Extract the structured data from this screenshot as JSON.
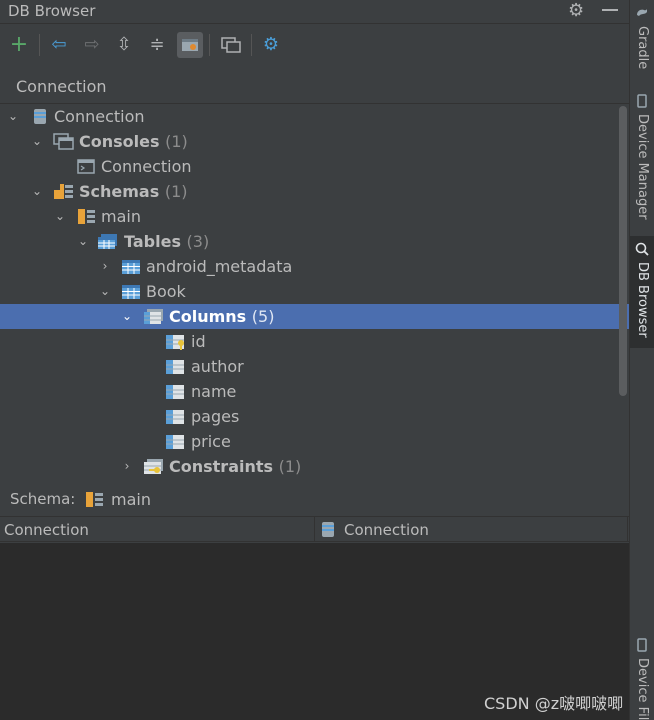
{
  "window": {
    "title": "DB Browser"
  },
  "toolbar": {
    "items": [
      {
        "name": "add-connection-icon",
        "glyph": "+"
      },
      {
        "name": "back-icon",
        "glyph": "⇦"
      },
      {
        "name": "forward-icon",
        "glyph": "⇨"
      },
      {
        "name": "expand-all-icon",
        "glyph": "⇳"
      },
      {
        "name": "collapse-all-icon",
        "glyph": "≑"
      },
      {
        "name": "show-object-properties-icon",
        "glyph": "▤"
      },
      {
        "name": "open-console-icon",
        "glyph": "▭"
      },
      {
        "name": "settings-icon",
        "glyph": "⚙"
      }
    ]
  },
  "section": {
    "label": "Connection"
  },
  "tree": {
    "connection": "Connection",
    "consoles": {
      "label": "Consoles",
      "count": "(1)"
    },
    "console_item": "Connection",
    "schemas": {
      "label": "Schemas",
      "count": "(1)"
    },
    "schema_main": "main",
    "tables": {
      "label": "Tables",
      "count": "(3)"
    },
    "table_android_metadata": "android_metadata",
    "table_book": "Book",
    "columns": {
      "label": "Columns",
      "count": "(5)"
    },
    "column_items": [
      "id",
      "author",
      "name",
      "pages",
      "price"
    ],
    "constraints": {
      "label": "Constraints",
      "count": "(1)"
    }
  },
  "schema_bar": {
    "label": "Schema:",
    "value": "main"
  },
  "connection_bar": {
    "left": "Connection",
    "right": "Connection"
  },
  "side_rail": {
    "gradle": "Gradle",
    "device_manager": "Device Manager",
    "db_browser": "DB Browser",
    "device_file": "Device File"
  },
  "watermark": "CSDN @z啵唧啵唧",
  "colors": {
    "background": "#3c3f41",
    "selection": "#4b6eaf",
    "table_icon": "#5a9fd8",
    "schema_icon": "#e8a33a",
    "add_icon": "#59a869"
  }
}
